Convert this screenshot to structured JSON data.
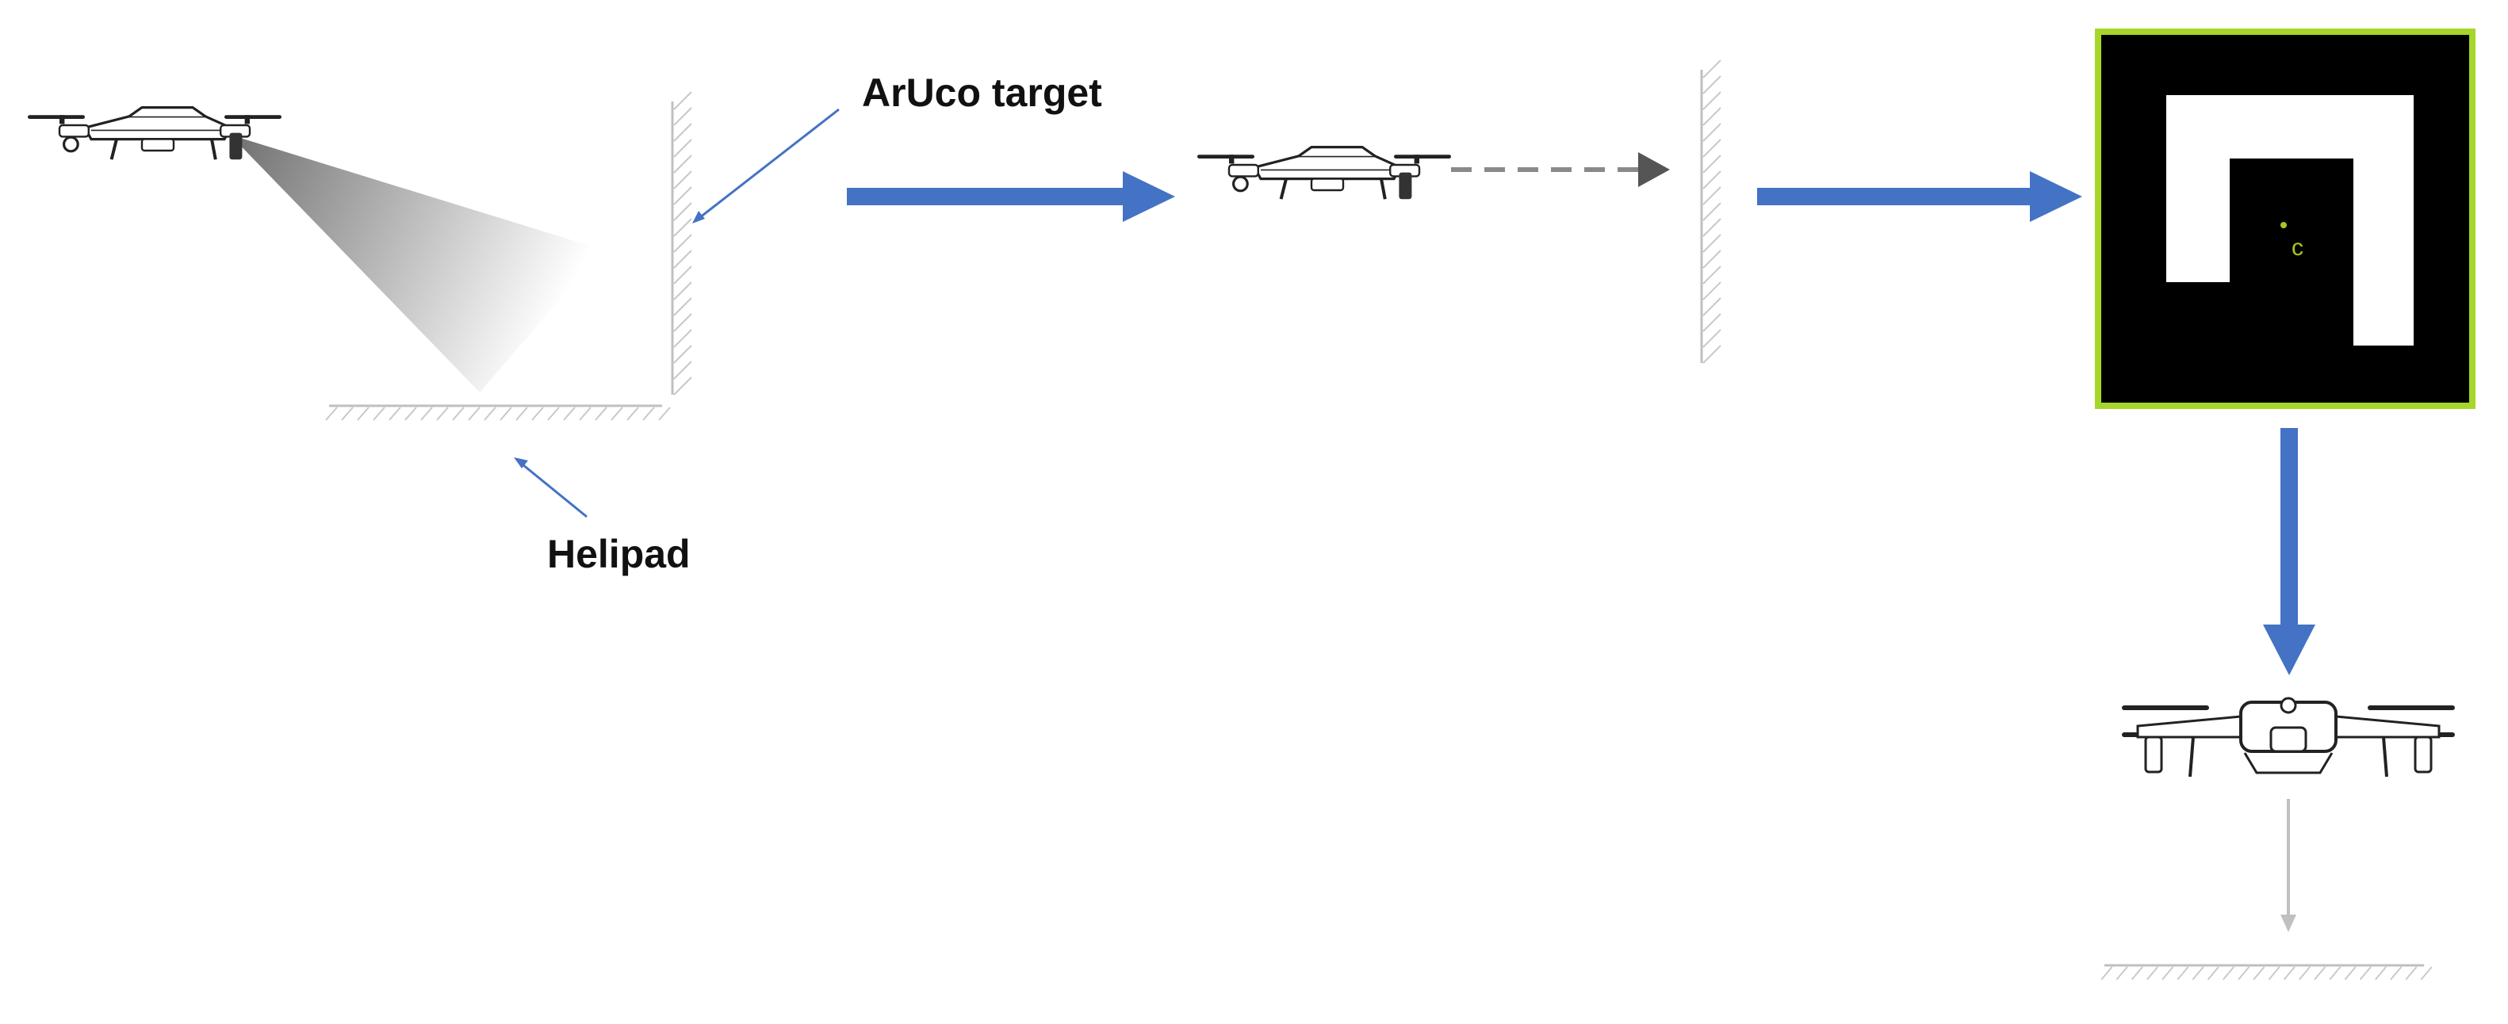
{
  "labels": {
    "aruco_target": "ArUco target",
    "helipad": "Helipad",
    "marker_center": "c"
  },
  "colors": {
    "flow_arrow": "#4472c4",
    "marker_border": "#a6d62a",
    "marker_background": "#000000",
    "marker_pattern": "#ffffff",
    "marker_center": "#a8c81e",
    "callout_line": "#4472c4",
    "surface_hatch": "#bfbfbf",
    "dashed_approach": "#7f7f7f"
  },
  "icons": {
    "drone": "drone-icon",
    "camera_view": "camera-fov-cone",
    "wall": "hatched-wall",
    "ground": "hatched-ground",
    "marker": "aruco-marker"
  }
}
